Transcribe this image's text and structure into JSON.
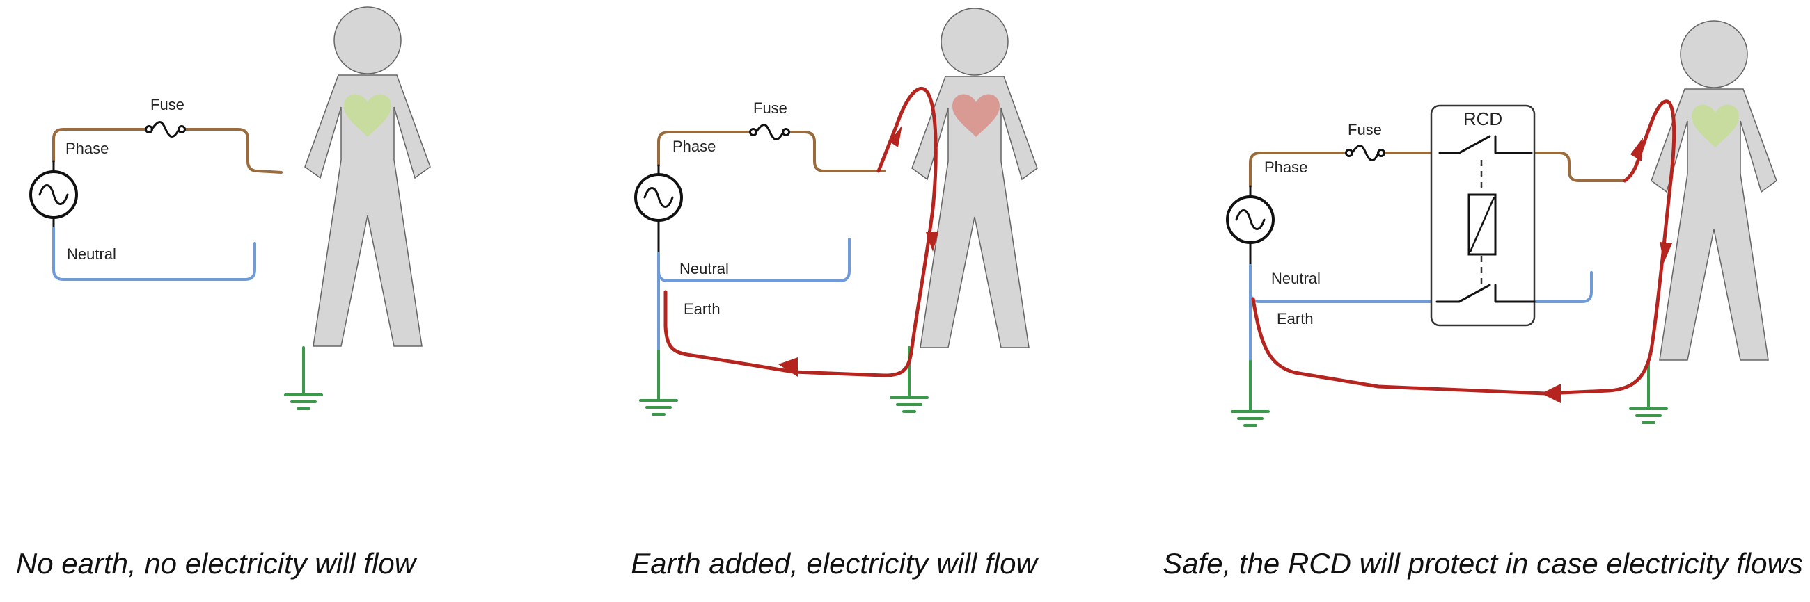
{
  "panels": [
    {
      "labels": {
        "fuse": "Fuse",
        "phase": "Phase",
        "neutral": "Neutral"
      },
      "heart_color": "#c9dca0",
      "caption": "No earth, no electricity will flow"
    },
    {
      "labels": {
        "fuse": "Fuse",
        "phase": "Phase",
        "neutral": "Neutral",
        "earth": "Earth"
      },
      "heart_color": "#d99a94",
      "caption": "Earth added, electricity will flow"
    },
    {
      "labels": {
        "fuse": "Fuse",
        "phase": "Phase",
        "neutral": "Neutral",
        "earth": "Earth",
        "rcd": "RCD"
      },
      "heart_color": "#c9dca0",
      "caption": "Safe, the RCD will protect in case electricity flows"
    }
  ],
  "colors": {
    "phase": "#9a6b3c",
    "neutral": "#6f9bd8",
    "earth": "#3b9a4a",
    "current": "#b5241e",
    "person": "#d6d6d6"
  }
}
